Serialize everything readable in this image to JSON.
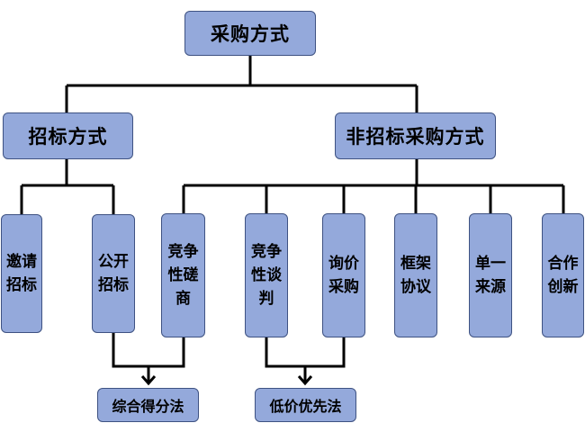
{
  "root": {
    "label": "采购方式"
  },
  "level1": {
    "tender": {
      "label": "招标方式"
    },
    "nontender": {
      "label": "非招标采购方式"
    }
  },
  "methods": {
    "invite": {
      "label": "邀请招标"
    },
    "open": {
      "label": "公开招标"
    },
    "consult": {
      "label": "竞争性磋商"
    },
    "negotiate": {
      "label": "竞争性谈判"
    },
    "inquiry": {
      "label": "询价采购"
    },
    "framework": {
      "label": "框架协议"
    },
    "single": {
      "label": "单一来源"
    },
    "coop": {
      "label": "合作创新"
    }
  },
  "evaluation": {
    "comprehensive": {
      "label": "综合得分法"
    },
    "lowest": {
      "label": "低价优先法"
    }
  },
  "colors": {
    "node_fill": "#94a9db",
    "node_border": "#3e5282",
    "line": "#000000"
  }
}
